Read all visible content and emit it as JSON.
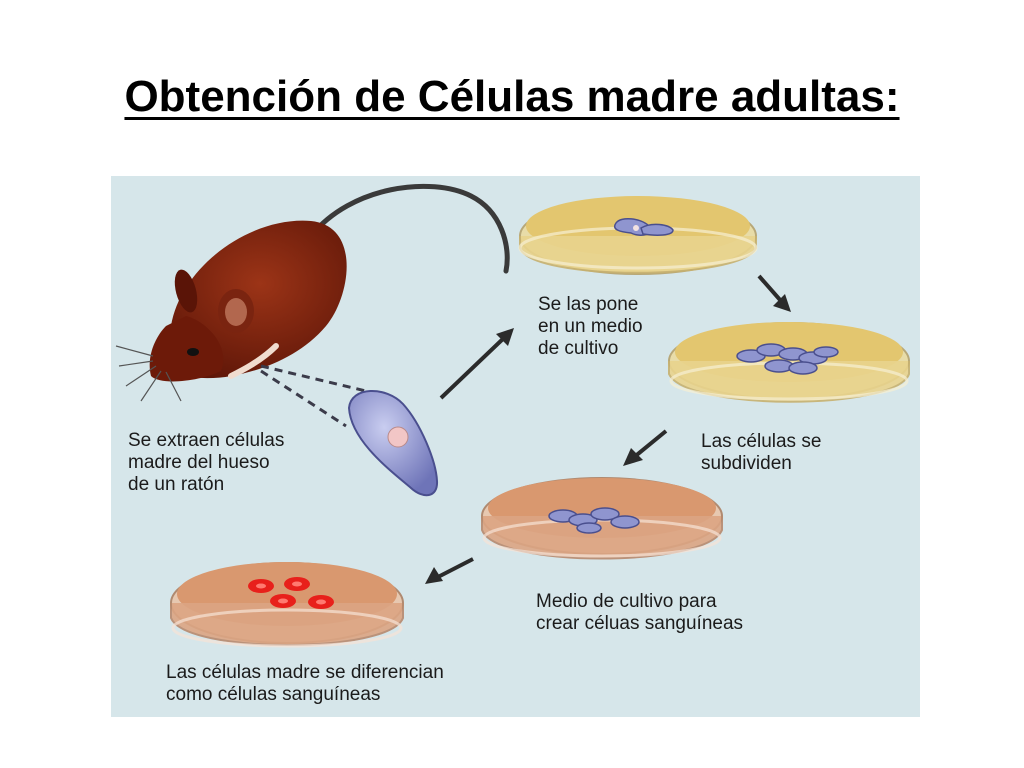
{
  "title": "Obtención de Células madre adultas:",
  "steps": {
    "extract": [
      "Se extraen células",
      "madre del hueso",
      "de un ratón"
    ],
    "culture": [
      "Se las pone",
      "en un medio",
      "de cultivo"
    ],
    "divide": [
      "Las células se",
      "subdividen"
    ],
    "blood_medium": [
      "Medio de cultivo para",
      "crear céluas sanguíneas"
    ],
    "differentiate": [
      "Las células madre se diferencian",
      "como células sanguíneas"
    ]
  },
  "colors": {
    "background": "#d6e6ea",
    "mouse": "#7a1e0c",
    "stem_cell": "#8f95cf",
    "yellow_medium": "#e3c66f",
    "blood_medium": "#d9986f",
    "red_cell": "#e8201b",
    "arrow": "#2b2b2b"
  }
}
